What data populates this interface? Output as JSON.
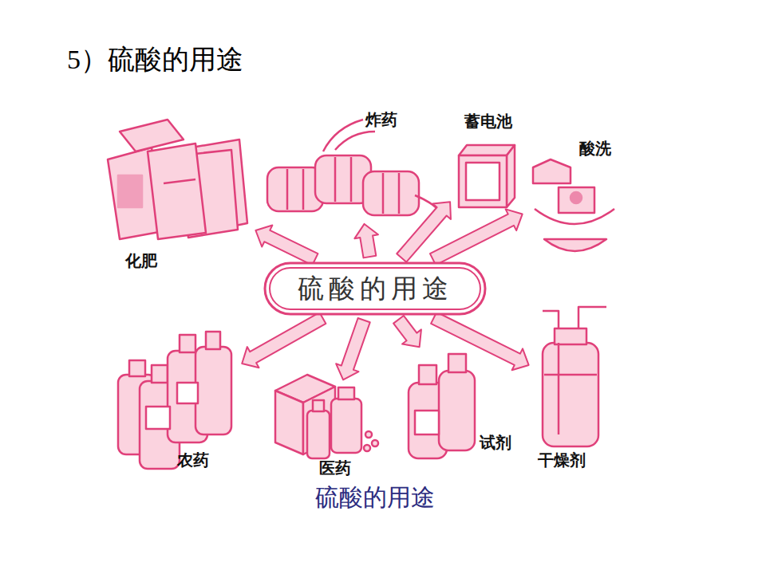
{
  "diagram": {
    "title": "5）硫酸的用途",
    "caption": "硫酸的用途",
    "nodes": [
      {
        "text": [
          "硫酸的用途"
        ]
      },
      {
        "text": [
          "化肥"
        ]
      },
      {
        "text": [
          "炸药"
        ]
      },
      {
        "text": [
          "蓄电池"
        ]
      },
      {
        "text": [
          "酸洗"
        ]
      },
      {
        "text": [
          "农药"
        ]
      },
      {
        "text": [
          "医药"
        ]
      },
      {
        "text": [
          "试剂"
        ]
      },
      {
        "text": [
          "干燥剂"
        ]
      }
    ],
    "edges": [
      {
        "from": 0,
        "to": 1,
        "arrow": "to"
      },
      {
        "from": 0,
        "to": 2,
        "arrow": "to"
      },
      {
        "from": 0,
        "to": 3,
        "arrow": "to"
      },
      {
        "from": 0,
        "to": 4,
        "arrow": "to"
      },
      {
        "from": 0,
        "to": 5,
        "arrow": "to"
      },
      {
        "from": 0,
        "to": 6,
        "arrow": "to"
      },
      {
        "from": 0,
        "to": 7,
        "arrow": "to"
      },
      {
        "from": 0,
        "to": 8,
        "arrow": "to"
      }
    ]
  }
}
